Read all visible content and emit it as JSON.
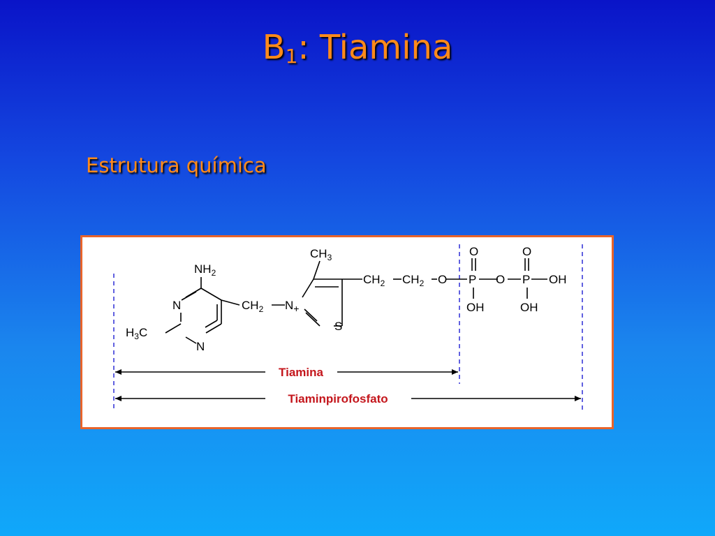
{
  "slide": {
    "title_main": "B",
    "title_sub": "1",
    "title_rest": ": Tiamina",
    "subtitle": "Estrutura química"
  },
  "figure": {
    "labels": {
      "tiamina": "Tiamina",
      "tiaminpirofosfato": "Tiaminpirofosfato"
    },
    "atoms": {
      "nh2_n": "NH",
      "nh2_2": "2",
      "n_top": "N",
      "n_bottom": "N",
      "h3c_h": "H",
      "h3c_3": "3",
      "h3c_c": "C",
      "ch2_link_c": "CH",
      "ch2_link_2": "2",
      "n_plus_n": "N",
      "n_plus_sign": "+",
      "s_ring": "S",
      "ch3_c": "CH",
      "ch3_3": "3",
      "chain_ch_a": "CH",
      "chain_2_a": "2",
      "chain_ch_b": "CH",
      "chain_2_b": "2",
      "chain_o": "O",
      "p1": "P",
      "p1_o_top": "O",
      "p1_oh": "OH",
      "bridge_o": "O",
      "p2": "P",
      "p2_o_top": "O",
      "p2_oh": "OH",
      "end_oh": "OH"
    }
  },
  "colors": {
    "title": "#ff8a1a",
    "frame_border": "#e8642a",
    "label_text": "#c4161c",
    "bracket_line": "#3a3ad8"
  }
}
